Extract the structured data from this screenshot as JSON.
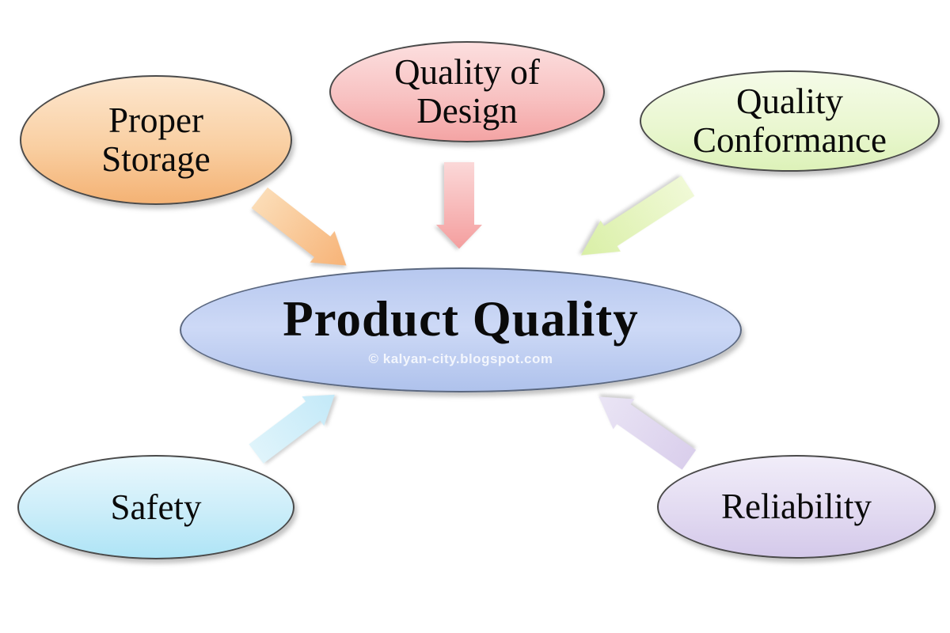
{
  "diagram": {
    "background_color": "#ffffff",
    "center": {
      "label": "Product Quality",
      "watermark": "© kalyan-city.blogspot.com",
      "fill_top": "#B7C8EF",
      "fill_mid": "#CDD9F6",
      "fill_bottom": "#AFC2EC",
      "border_color": "#5b6880",
      "text_color": "#0a0a0a"
    },
    "nodes": [
      {
        "id": "proper-storage",
        "lines": [
          "Proper",
          "Storage"
        ],
        "fill_top": "#FDE7CF",
        "fill_bottom": "#F4B274",
        "arrow_direction": "down-right-into-center",
        "arrow_color_tail": "#FBDCB6",
        "arrow_color_tip": "#F7B377"
      },
      {
        "id": "quality-of-design",
        "lines": [
          "Quality of",
          "Design"
        ],
        "fill_top": "#FCDFDF",
        "fill_bottom": "#F4A4A4",
        "arrow_direction": "down-into-center",
        "arrow_color_tail": "#FBD8D8",
        "arrow_color_tip": "#F49E9E"
      },
      {
        "id": "quality-conformance",
        "lines": [
          "Quality",
          "Conformance"
        ],
        "fill_top": "#F5FBE8",
        "fill_bottom": "#DDF2B9",
        "arrow_direction": "down-left-into-center",
        "arrow_color_tail": "#F0F9D6",
        "arrow_color_tip": "#D9EFA6"
      },
      {
        "id": "safety",
        "lines": [
          "Safety"
        ],
        "fill_top": "#EAF8FD",
        "fill_bottom": "#AEE4F6",
        "arrow_direction": "up-right-into-center",
        "arrow_color_tail": "#DFF4FB",
        "arrow_color_tip": "#C3E9F8"
      },
      {
        "id": "reliability",
        "lines": [
          "Reliability"
        ],
        "fill_top": "#F1EDF9",
        "fill_bottom": "#D4C9EA",
        "arrow_direction": "up-left-into-center",
        "arrow_color_tail": "#DACFEC",
        "arrow_color_tip": "#EAE5F5"
      }
    ]
  }
}
